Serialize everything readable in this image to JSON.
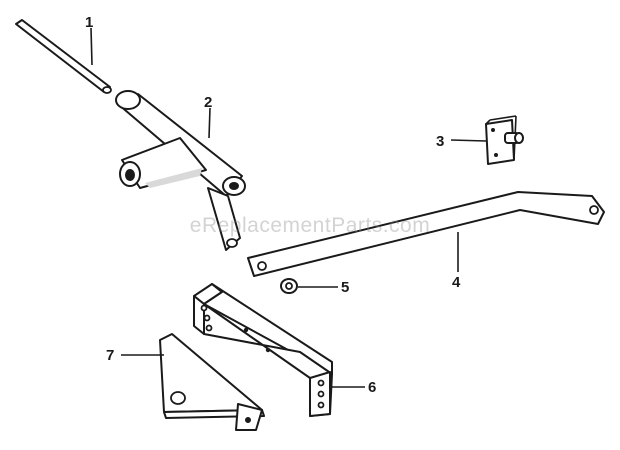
{
  "watermark": "eReplacementParts.com",
  "callouts": {
    "c1": "1",
    "c2": "2",
    "c3": "3",
    "c4": "4",
    "c5": "5",
    "c6": "6",
    "c7": "7"
  },
  "colors": {
    "ink": "#1a1a1a",
    "paper": "#ffffff"
  }
}
